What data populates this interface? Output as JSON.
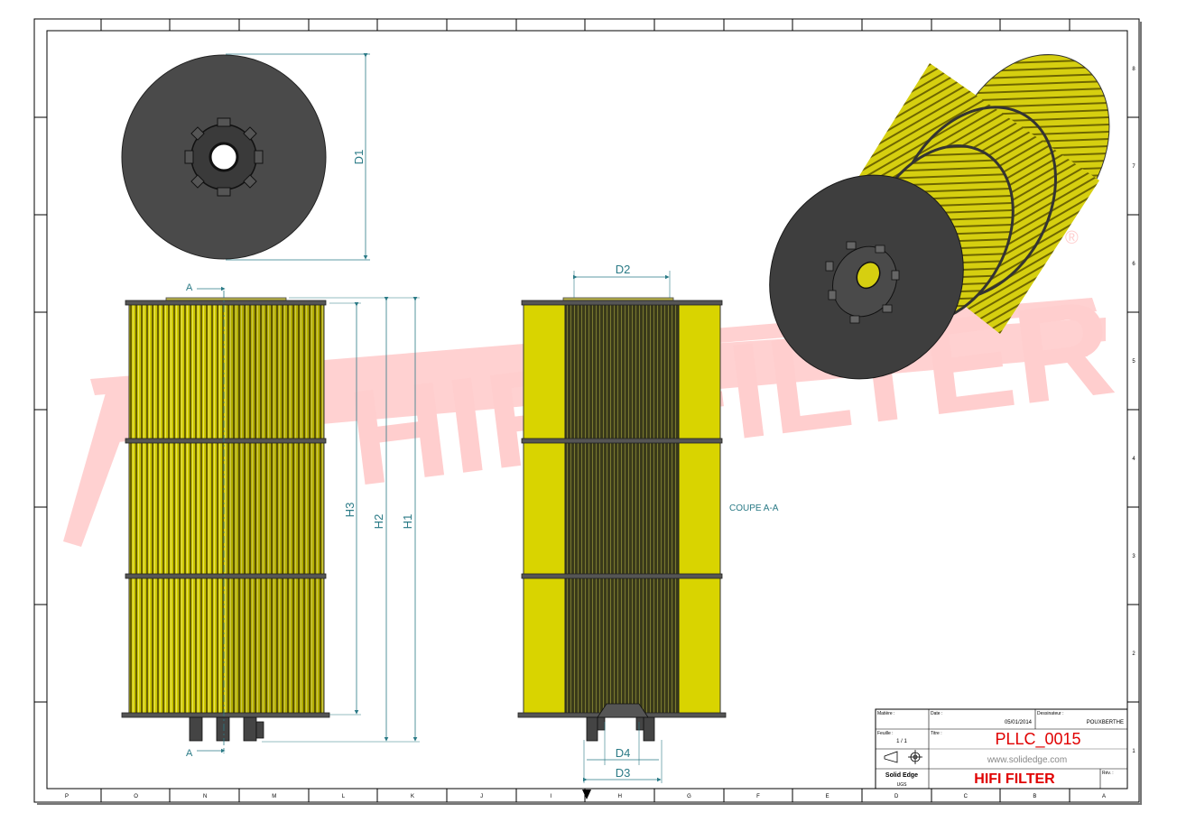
{
  "watermark": {
    "text": "HIFI FILTER",
    "registered": "®"
  },
  "border": {
    "columns": [
      "P",
      "O",
      "N",
      "M",
      "L",
      "K",
      "J",
      "I",
      "H",
      "G",
      "F",
      "E",
      "D",
      "C",
      "B",
      "A"
    ],
    "rows": [
      "8",
      "7",
      "6",
      "5",
      "4",
      "3",
      "2",
      "1"
    ]
  },
  "dimensions": {
    "d1": "D1",
    "d2": "D2",
    "d3": "D3",
    "d4": "D4",
    "h1": "H1",
    "h2": "H2",
    "h3": "H3"
  },
  "section": {
    "marker": "A",
    "label": "COUPE A-A"
  },
  "title_block": {
    "matiere_label": "Matière :",
    "date_label": "Date :",
    "date_value": "05/01/2014",
    "dessinateur_label": "Dessinateur :",
    "dessinateur_value": "POUXBERTHE",
    "feuille_label": "Feuille :",
    "feuille_value": "1 / 1",
    "titre_label": "Titre :",
    "titre_value": "PLLC_0015",
    "url": "www.solidedge.com",
    "software": "Solid Edge",
    "units": "UGS",
    "company": "HIFI FILTER",
    "rev_label": "Rév. :"
  },
  "colors": {
    "filter_yellow": "#d9d400",
    "end_cap_grey": "#4a4a4a",
    "dimension_teal": "#2a7a86",
    "title_red": "#e00000"
  }
}
